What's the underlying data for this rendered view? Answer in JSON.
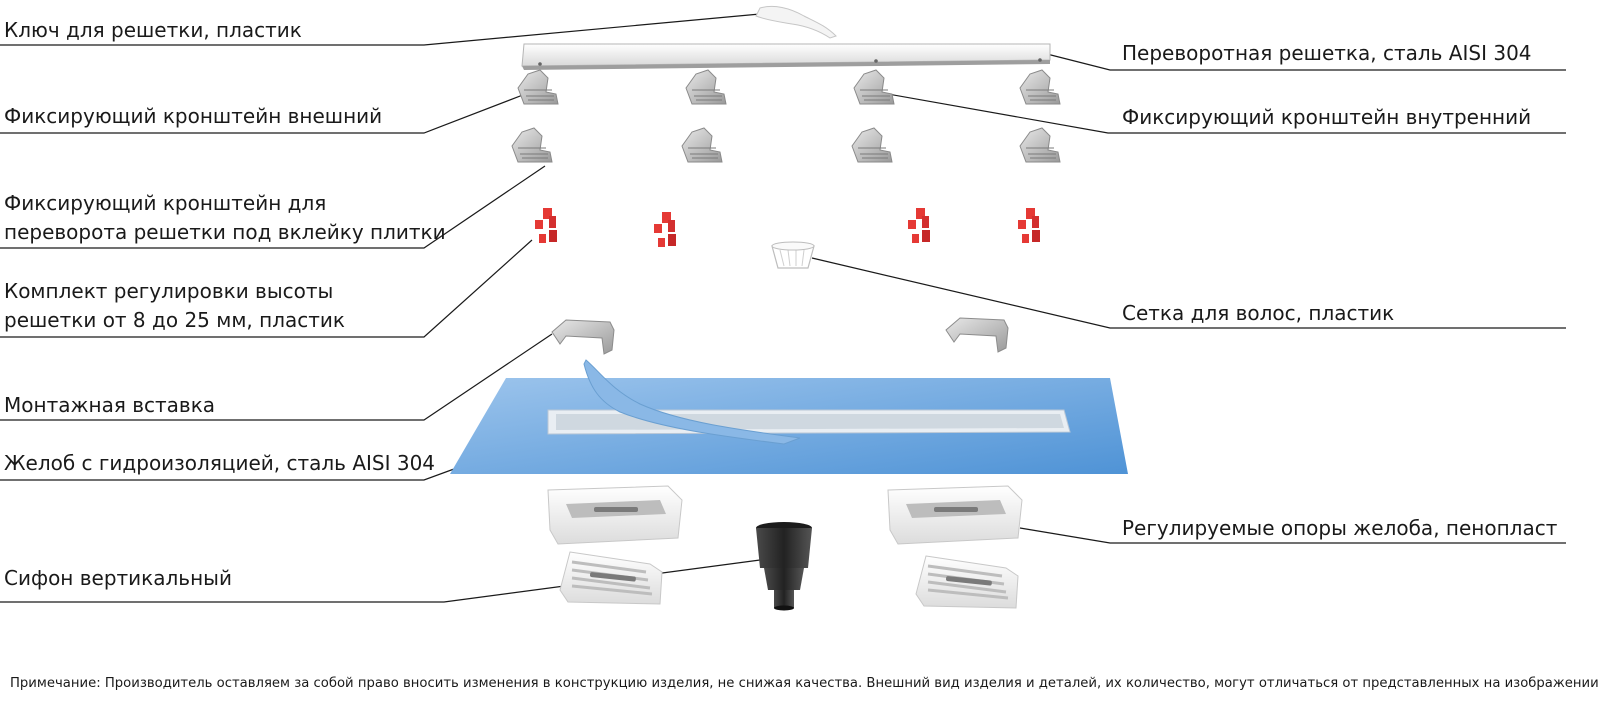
{
  "labels": {
    "key": "Ключ для решетки, пластик",
    "grate": "Переворотная решетка, сталь AISI 304",
    "bracket_outer": "Фиксирующий кронштейн внешний",
    "bracket_inner": "Фиксирующий кронштейн внутренний",
    "bracket_flip_1": "Фиксирующий кронштейн для",
    "bracket_flip_2": "переворота решетки под вклейку плитки",
    "height_kit_1": "Комплект регулировки высоты",
    "height_kit_2": "решетки от 8 до 25 мм, пластик",
    "hair_filter": "Сетка для волос, пластик",
    "mount_insert": "Монтажная вставка",
    "channel": "Желоб с гидроизоляцией, сталь AISI 304",
    "supports": "Регулируемые опоры желоба, пенопласт",
    "siphon": "Сифон вертикальный"
  },
  "note": "Примечание: Производитель оставляем за собой право вносить изменения в конструкцию изделия, не снижая качества. Внешний вид изделия и деталей, их количество, могут отличаться от представленных на изображении",
  "colors": {
    "membrane": "#6fa8dc",
    "height_kit": "#e53935",
    "bracket": "#a9a9a9",
    "siphon": "#2e2e2e",
    "foam": "#f2f2f2"
  }
}
